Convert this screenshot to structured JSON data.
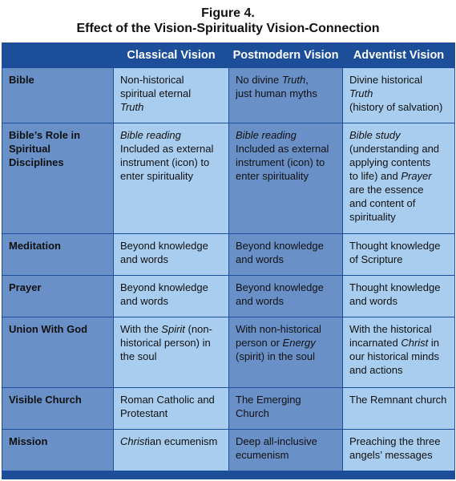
{
  "caption": {
    "figure_label": "Figure 4.",
    "title": "Effect of the Vision-Spirituality Vision-Connection"
  },
  "table": {
    "columns": [
      "",
      "Classical Vision",
      "Postmodern Vision",
      "Adventist Vision"
    ],
    "rows": [
      {
        "label": "Bible",
        "classical": [
          "Non-historical",
          "spiritual eternal",
          "Truth"
        ],
        "postmodern": [
          "No divine Truth,",
          "just human myths"
        ],
        "adventist": [
          "Divine historical",
          "Truth",
          "(history of salvation)"
        ]
      },
      {
        "label": "Bible’s Role in Spiritual Disciplines",
        "classical": [
          "Bible reading",
          "Included as external",
          "instrument (icon) to",
          "enter spirituality"
        ],
        "postmodern": [
          "Bible reading",
          "Included as external",
          "instrument (icon) to",
          "enter spirituality"
        ],
        "adventist": [
          "Bible study",
          "(understanding and",
          "applying contents",
          "to life) and Prayer",
          "are the essence",
          "and content of",
          "spirituality"
        ]
      },
      {
        "label": "Meditation",
        "classical": [
          "Beyond knowledge",
          "and words"
        ],
        "postmodern": [
          "Beyond knowledge",
          "and words"
        ],
        "adventist": [
          "Thought knowledge",
          "of Scripture"
        ]
      },
      {
        "label": "Prayer",
        "classical": [
          "Beyond knowledge",
          "and words"
        ],
        "postmodern": [
          "Beyond knowledge",
          "and words"
        ],
        "adventist": [
          "Thought knowledge",
          "and words"
        ]
      },
      {
        "label": "Union With God",
        "classical": [
          "With the Spirit (non-",
          "historical person) in",
          "the soul"
        ],
        "postmodern": [
          "With non-historical",
          "person or Energy",
          "(spirit) in the soul"
        ],
        "adventist": [
          "With the historical",
          "incarnated Christ in",
          "our historical minds",
          "and actions"
        ]
      },
      {
        "label": "Visible Church",
        "classical": [
          "Roman Catholic and",
          "Protestant"
        ],
        "postmodern": [
          "The Emerging Church"
        ],
        "adventist": [
          "The Remnant church"
        ]
      },
      {
        "label": "Mission",
        "classical": [
          "Christian ecumenism"
        ],
        "postmodern": [
          "Deep all-inclusive",
          "ecumenism"
        ],
        "adventist": [
          "Preaching the three",
          "angels’ messages"
        ]
      }
    ]
  }
}
